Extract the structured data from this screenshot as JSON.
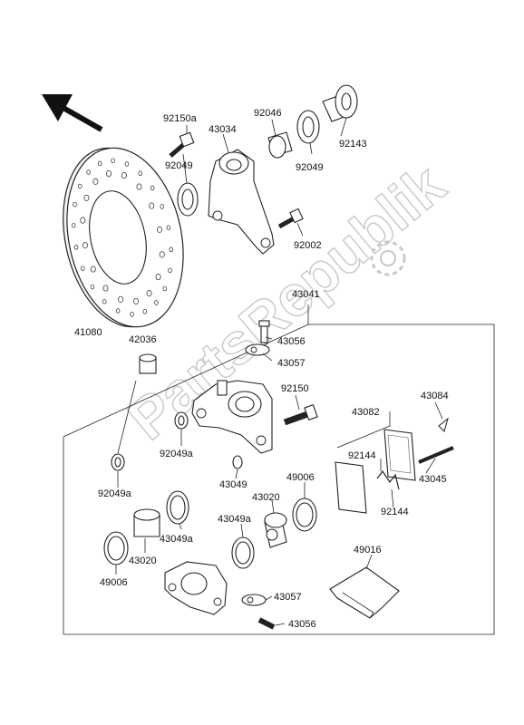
{
  "watermark": "PartsRepublik",
  "labels": {
    "p92150a": "92150a",
    "p43034": "43034",
    "p92046": "92046",
    "p92049_top": "92049",
    "p92049_right": "92049",
    "p92143": "92143",
    "p92002": "92002",
    "p41080": "41080",
    "p43041": "43041",
    "p42036": "42036",
    "p43056_top": "43056",
    "p43057_top": "43057",
    "p92150": "92150",
    "p43082": "43082",
    "p43084": "43084",
    "p92049a_mid": "92049a",
    "p92049a_left": "92049a",
    "p92144_a": "92144",
    "p92144_b": "92144",
    "p43045": "43045",
    "p43049": "43049",
    "p49006_right": "49006",
    "p43020_right": "43020",
    "p43049a_mid": "43049a",
    "p43049a_low": "43049a",
    "p43020_left": "43020",
    "p49006_left": "49006",
    "p49016": "49016",
    "p43057_low": "43057",
    "p43056_low": "43056"
  }
}
